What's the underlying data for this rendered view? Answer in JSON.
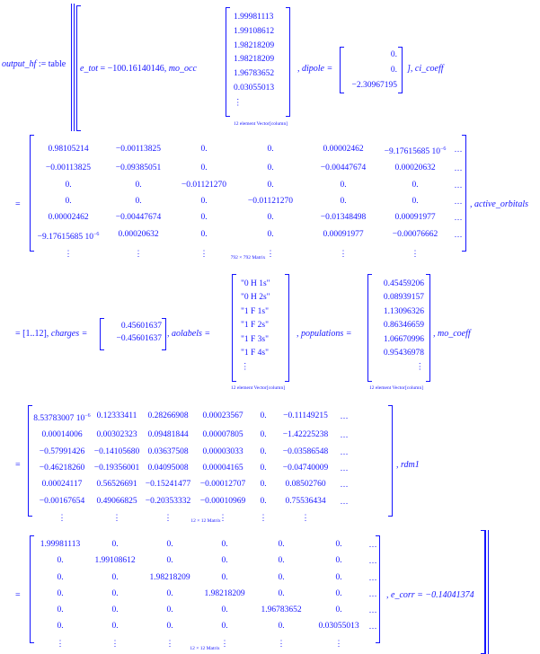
{
  "row1": {
    "lhs": "output_hf",
    "assign": " := table",
    "e_tot_key": "e_tot",
    "e_tot_value": " = −100.16140146, ",
    "mo_occ_key": "mo_occ",
    "mo_occ_eq": " = ",
    "mo_occ_values": [
      "1.99981113",
      "1.99108612",
      "1.98218209",
      "1.98218209",
      "1.96783652",
      "0.03055013",
      "⋮"
    ],
    "mo_occ_caption": "12 element Vector[column]",
    "dipole_key": ", dipole = ",
    "dipole_values": [
      "0.",
      "0.",
      "−2.30967195"
    ],
    "ci_coeff_key": "], ci_coeff"
  },
  "row2": {
    "equals": "=",
    "matrix": [
      [
        "0.98105214",
        "−0.00113825",
        "0.",
        "0.",
        "0.00002462",
        "−9.17615685 10<sup>−6</sup>",
        "…"
      ],
      [
        "−0.00113825",
        "−0.09385051",
        "0.",
        "0.",
        "−0.00447674",
        "0.00020632",
        "…"
      ],
      [
        "0.",
        "0.",
        "−0.01121270",
        "0.",
        "0.",
        "0.",
        "…"
      ],
      [
        "0.",
        "0.",
        "0.",
        "−0.01121270",
        "0.",
        "0.",
        "…"
      ],
      [
        "0.00002462",
        "−0.00447674",
        "0.",
        "0.",
        "−0.01348498",
        "0.00091977",
        "…"
      ],
      [
        "−9.17615685 10<sup>−6</sup>",
        "0.00020632",
        "0.",
        "0.",
        "0.00091977",
        "−0.00076662",
        "…"
      ],
      [
        "⋮",
        "⋮",
        "⋮",
        "⋮",
        "⋮",
        "⋮",
        ""
      ]
    ],
    "col_widths": [
      76,
      80,
      66,
      82,
      80,
      80,
      16
    ],
    "caption": "792 × 792 Matrix",
    "next_key": ", active_orbitals"
  },
  "row3": {
    "prefix": "= [1..12], ",
    "charges_key": "charges = ",
    "charges_values": [
      "0.45601637",
      "−0.45601637"
    ],
    "aolabels_key": ", aolabels = ",
    "aolabels_values": [
      "\"0 H 1s\"",
      "\"0 H 2s\"",
      "\"1 F 1s\"",
      "\"1 F 2s\"",
      "\"1 F 3s\"",
      "\"1 F 4s\"",
      "⋮"
    ],
    "aolabels_caption": "12 element Vector[column]",
    "populations_key": ", populations = ",
    "populations_values": [
      "0.45459206",
      "0.08939157",
      "1.13096326",
      "0.86346659",
      "1.06670996",
      "0.95436978",
      "⋮"
    ],
    "populations_caption": "12 element Vector[column]",
    "mo_coeff_key": ", mo_coeff"
  },
  "row4": {
    "equals": "=",
    "matrix": [
      [
        "8.53783007 10<sup>−6</sup>",
        "0.12333411",
        "0.28266908",
        "0.00023567",
        "0.",
        "−0.11149215",
        "…"
      ],
      [
        "0.00014006",
        "0.00302323",
        "0.09481844",
        "0.00007805",
        "0.",
        "−1.42225238",
        "…"
      ],
      [
        "−0.57991426",
        "−0.14105680",
        "0.03637508",
        "0.00003033",
        "0.",
        "−0.03586548",
        "…"
      ],
      [
        "−0.46218260",
        "−0.19356001",
        "0.04095008",
        "0.00004165",
        "0.",
        "−0.04740009",
        "…"
      ],
      [
        "0.00024117",
        "0.56526691",
        "−0.15241477",
        "−0.00012707",
        "0.",
        "0.08502760",
        "…"
      ],
      [
        "−0.00167654",
        "0.49066825",
        "−0.20353332",
        "−0.00010969",
        "0.",
        "0.75536434",
        "…"
      ],
      [
        "⋮",
        "⋮",
        "⋮",
        "⋮",
        "⋮",
        "⋮",
        ""
      ]
    ],
    "col_widths": [
      66,
      56,
      58,
      64,
      26,
      68,
      18
    ],
    "caption": "12 × 12 Matrix",
    "next_key": ", rdm1"
  },
  "row5": {
    "equals": "=",
    "matrix": [
      [
        "1.99981113",
        "0.",
        "0.",
        "0.",
        "0.",
        "0.",
        "…"
      ],
      [
        "0.",
        "1.99108612",
        "0.",
        "0.",
        "0.",
        "0.",
        "…"
      ],
      [
        "0.",
        "0.",
        "1.98218209",
        "0.",
        "0.",
        "0.",
        "…"
      ],
      [
        "0.",
        "0.",
        "0.",
        "1.98218209",
        "0.",
        "0.",
        "…"
      ],
      [
        "0.",
        "0.",
        "0.",
        "0.",
        "1.96783652",
        "0.",
        "…"
      ],
      [
        "0.",
        "0.",
        "0.",
        "0.",
        "0.",
        "0.03055013",
        "…"
      ],
      [
        "⋮",
        "⋮",
        "⋮",
        "⋮",
        "⋮",
        "⋮",
        ""
      ]
    ],
    "col_widths": [
      62,
      60,
      62,
      60,
      66,
      62,
      14
    ],
    "caption": "12 × 12 Matrix",
    "e_corr_key": ", e_corr",
    "e_corr_value": " = −0.14041374"
  },
  "colors": {
    "text": "#1515ff",
    "background": "#ffffff"
  }
}
